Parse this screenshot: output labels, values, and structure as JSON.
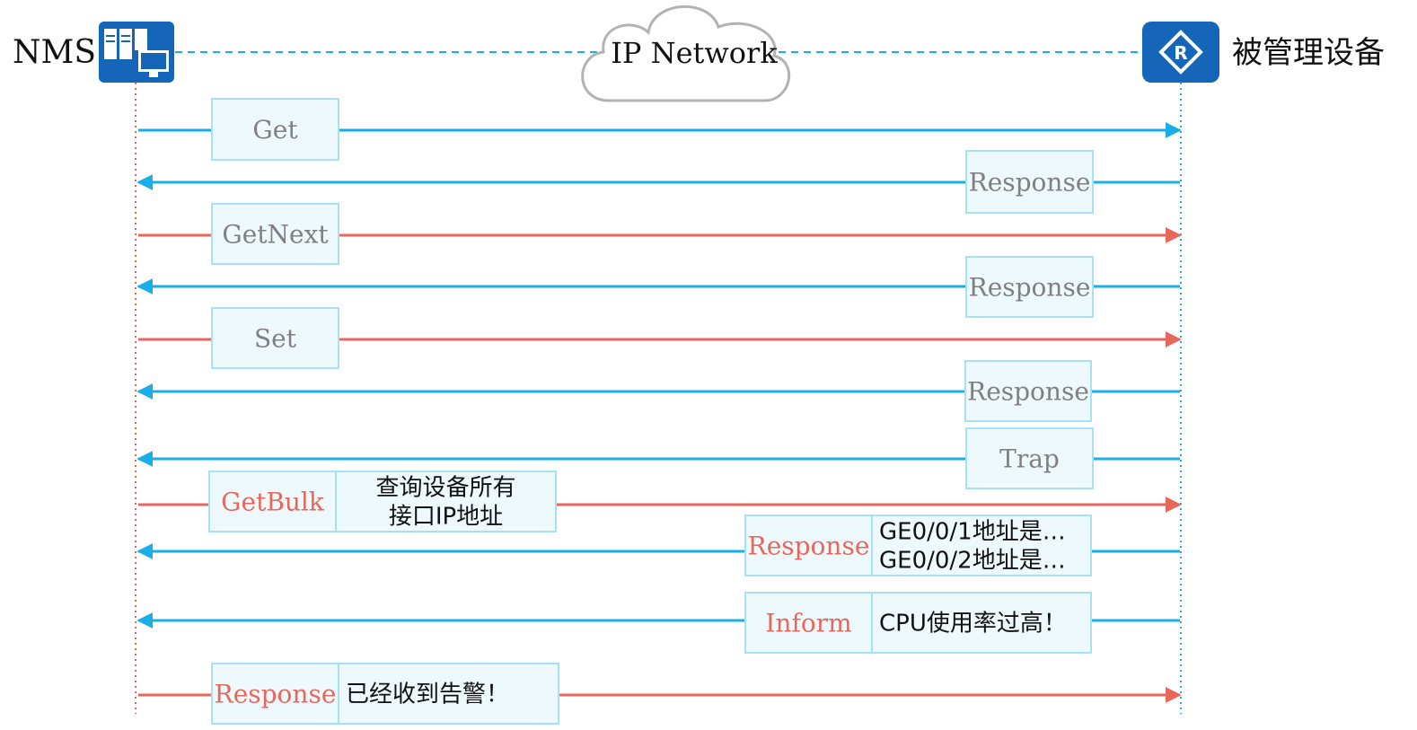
{
  "nodes": {
    "left": {
      "label": "NMS",
      "icon": "server-workstation-icon"
    },
    "right": {
      "label": "被管理设备",
      "icon": "router-icon",
      "icon_letter": "R"
    },
    "network": {
      "label": "IP Network",
      "icon": "cloud-icon"
    }
  },
  "colors": {
    "blue": "#1aaee8",
    "red": "#e8675a",
    "box_border": "#a6e2f4",
    "box_fill": "#eef9fd",
    "gray_text": "#808080",
    "red_text": "#e8675a",
    "dark_text": "#111111",
    "icon_bg": "#1565b8"
  },
  "messages": [
    {
      "label": "Get",
      "dir": "to-device",
      "color": "blue",
      "label_color": "gray"
    },
    {
      "label": "Response",
      "dir": "to-nms",
      "color": "blue",
      "label_color": "gray"
    },
    {
      "label": "GetNext",
      "dir": "to-device",
      "color": "red",
      "label_color": "gray"
    },
    {
      "label": "Response",
      "dir": "to-nms",
      "color": "blue",
      "label_color": "gray"
    },
    {
      "label": "Set",
      "dir": "to-device",
      "color": "red",
      "label_color": "gray"
    },
    {
      "label": "Response",
      "dir": "to-nms",
      "color": "blue",
      "label_color": "gray"
    },
    {
      "label": "Trap",
      "dir": "to-nms",
      "color": "blue",
      "label_color": "gray"
    },
    {
      "label": "GetBulk",
      "dir": "to-device",
      "color": "red",
      "label_color": "red",
      "detail": [
        "查询设备所有",
        "接口IP地址"
      ]
    },
    {
      "label": "Response",
      "dir": "to-nms",
      "color": "blue",
      "label_color": "red",
      "detail": [
        "GE0/0/1地址是…",
        "GE0/0/2地址是…"
      ]
    },
    {
      "label": "Inform",
      "dir": "to-nms",
      "color": "blue",
      "label_color": "red",
      "detail": [
        "CPU使用率过高！"
      ]
    },
    {
      "label": "Response",
      "dir": "to-device",
      "color": "red",
      "label_color": "red",
      "detail": [
        "已经收到告警！"
      ]
    }
  ]
}
